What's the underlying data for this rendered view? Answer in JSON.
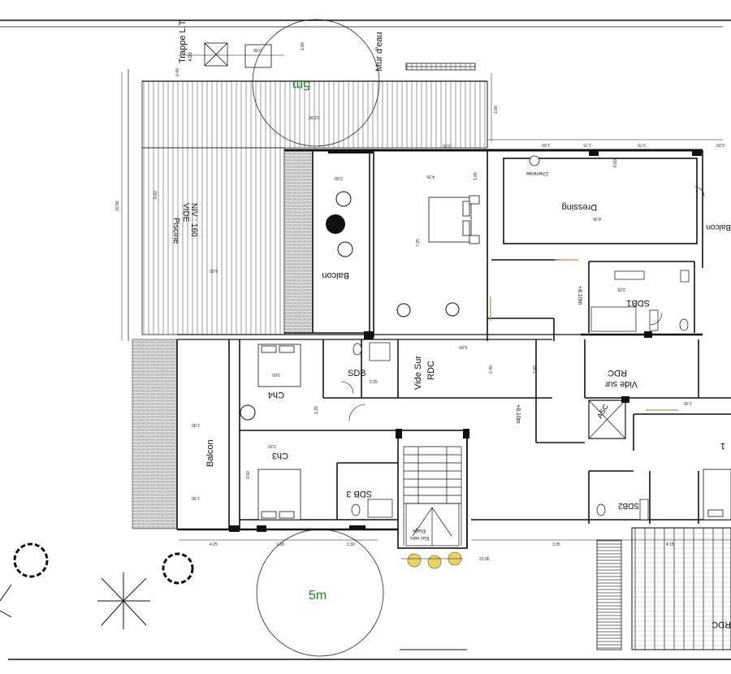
{
  "labels": {
    "trappe": "Trappe L.T",
    "trappe_sub": "4.00",
    "mur_deau": "Mur d'eau",
    "five_m_top": "5m",
    "five_m_bottom": "5m",
    "piscine": "Piscine",
    "vide": "VIDE",
    "niv": "NIV : 160",
    "balcon_top": "Balcon",
    "cheminee": "Cheminée",
    "dressing": "Dressing",
    "balcon_right": "Balcon",
    "level_8_10a": "+8.10m",
    "level_8_10b": "+8.10m",
    "sdb1": "SDB1",
    "sdb": "SDB",
    "vide_sur_rdc_1": "Vide Sur",
    "vide_sur_rdc_1b": "RDC",
    "vide_sur_rdc_2": "Vide sur",
    "vide_sur_rdc_2b": "RDC",
    "ch4": "Ch4",
    "ch3": "Ch3",
    "balcon_left": "Balcon",
    "sdb3": "SDB 3",
    "sdb2": "SDB2",
    "asc": "ASC",
    "esc_vers": "Esc vers",
    "etage": "Etage",
    "ch1_fragment": "1",
    "rdc_fragment": "RDC"
  },
  "dimensions": {
    "d_0_40": "0.40",
    "d_1_80": "1.80",
    "d_0_80": "0.80",
    "d_3_00": "3.00",
    "d_13_90": "13.90",
    "d_10_50": "10.50",
    "d_8_60": "8.60",
    "d_6_00": "6.00",
    "d_3_95": "3.95",
    "d_1_00": "1.00",
    "d_1_75": "1.75",
    "d_3_75": "3.75",
    "d_0_20": "0.20",
    "d_4_35": "4.35",
    "d_2_00": "2.00",
    "d_1_95": "1.95",
    "d_7_25": "7.25",
    "d_6_60": "6.60",
    "d_4_95": "4.95",
    "d_2_40": "2.40",
    "d_2_25": "2.25",
    "d_3_65": "3.65",
    "d_3_25": "3.25",
    "d_1_35": "1.35",
    "d_1_90": "1.90",
    "d_4_25": "4.25",
    "d_1_60": "1.60",
    "d_23_95": "23.95",
    "d_3_35": "3.35",
    "d_4_15": "4.15",
    "d_1_25": "1.25",
    "d_3_20": "3.20",
    "d_3_60": "3.60",
    "d_2_30": "2.30",
    "d_5_65": "5.65"
  },
  "colors": {
    "line": "#111111",
    "hatch": "#555555",
    "green_text": "#1a8a1a",
    "wood": "#c8a06a",
    "plant": "#c9b23a"
  }
}
